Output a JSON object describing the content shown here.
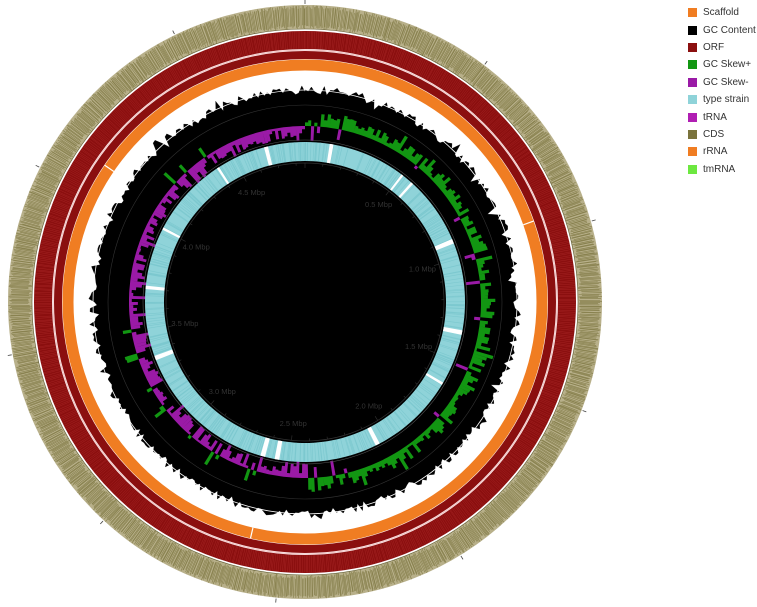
{
  "legend": [
    {
      "label": "Scaffold",
      "color": "#f07d22"
    },
    {
      "label": "GC Content",
      "color": "#000000"
    },
    {
      "label": "ORF",
      "color": "#8b0f0f"
    },
    {
      "label": "GC Skew+",
      "color": "#129612"
    },
    {
      "label": "GC Skew-",
      "color": "#9a1aa6"
    },
    {
      "label": "type strain",
      "color": "#8fd3d9"
    },
    {
      "label": "tRNA",
      "color": "#b01eb3"
    },
    {
      "label": "CDS",
      "color": "#7a733c"
    },
    {
      "label": "rRNA",
      "color": "#f07d22"
    },
    {
      "label": "tmRNA",
      "color": "#6de840"
    }
  ],
  "genome": {
    "total_mbp": 4.85,
    "ticks": [
      {
        "mbp": 0.5,
        "label": "0.5 Mbp"
      },
      {
        "mbp": 1.0,
        "label": "1.0 Mbp"
      },
      {
        "mbp": 1.5,
        "label": "1.5 Mbp"
      },
      {
        "mbp": 2.0,
        "label": "2.0 Mbp"
      },
      {
        "mbp": 2.5,
        "label": "2.5 Mbp"
      },
      {
        "mbp": 3.0,
        "label": "3.0 Mbp"
      },
      {
        "mbp": 3.5,
        "label": "3.5 Mbp"
      },
      {
        "mbp": 4.0,
        "label": "4.0 Mbp"
      },
      {
        "mbp": 4.5,
        "label": "4.5 Mbp"
      }
    ]
  }
}
